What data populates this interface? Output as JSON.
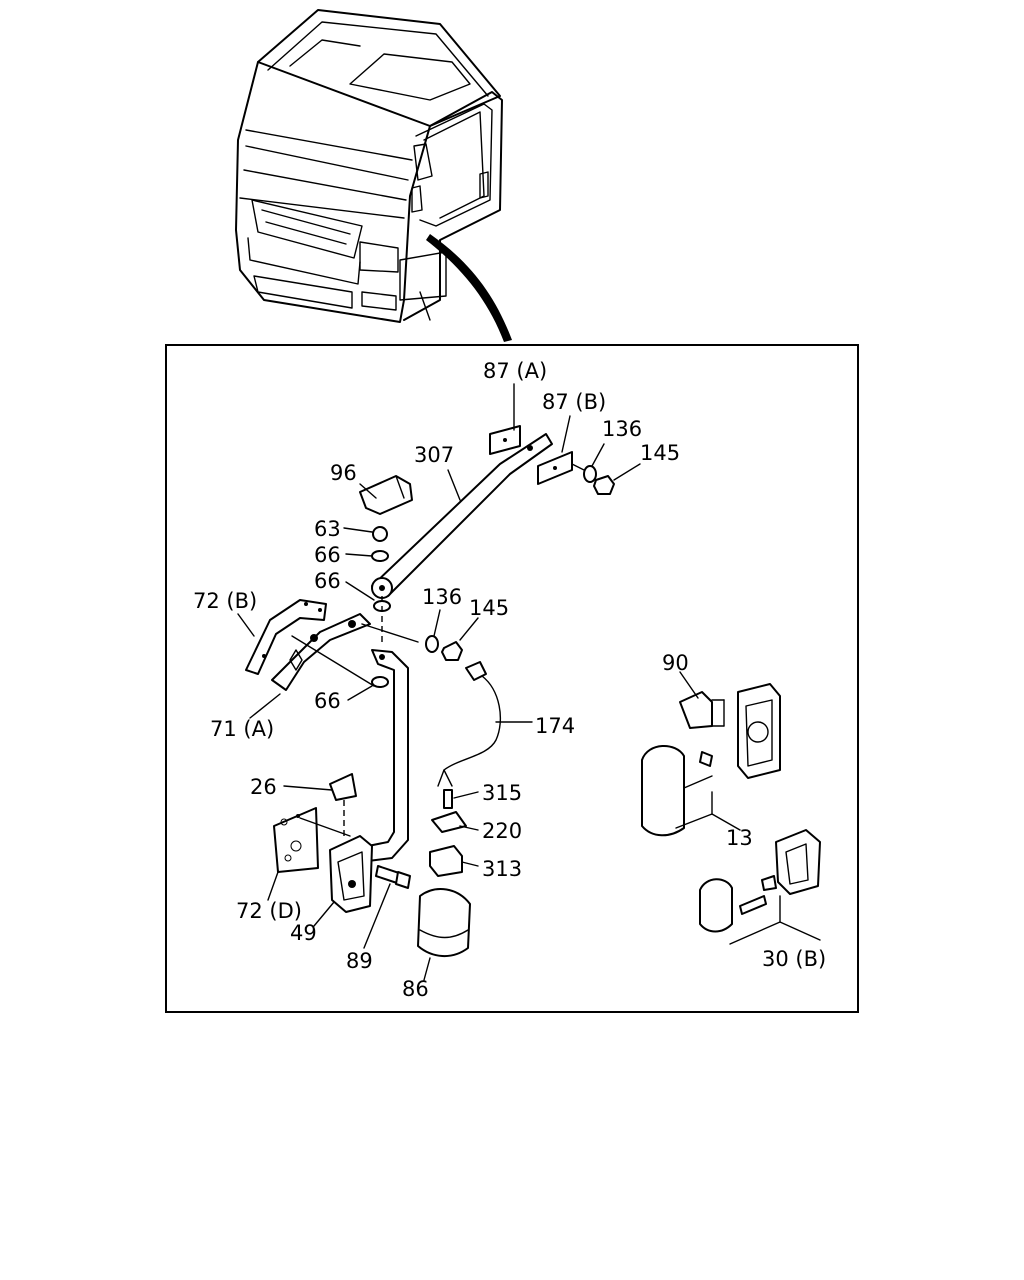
{
  "labels": {
    "p87a": "87 (A)",
    "p87b": "87 (B)",
    "p136_top": "136",
    "p145_top": "145",
    "p307": "307",
    "p96": "96",
    "p63": "63",
    "p66_a": "66",
    "p66_b": "66",
    "p66_c": "66",
    "p72b": "72 (B)",
    "p136_mid": "136",
    "p145_mid": "145",
    "p71a": "71 (A)",
    "p174": "174",
    "p90": "90",
    "p26": "26",
    "p315": "315",
    "p220": "220",
    "p313": "313",
    "p13": "13",
    "p72d": "72 (D)",
    "p49": "49",
    "p89": "89",
    "p86": "86",
    "p30b": "30 (B)"
  }
}
